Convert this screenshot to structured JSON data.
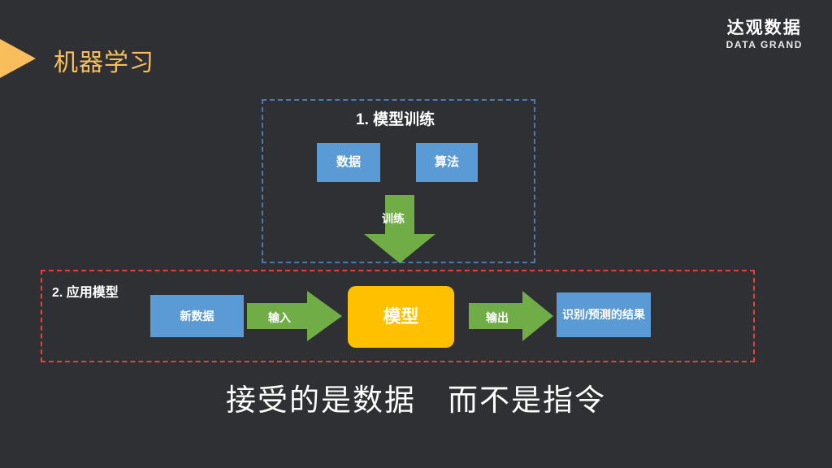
{
  "slide": {
    "background_color": "#2e3033",
    "title": "机器学习",
    "title_color": "#f9be5c",
    "marker_icon": "triangle-right-icon"
  },
  "logo": {
    "cn": "达观数据",
    "en": "DATA GRAND"
  },
  "sections": {
    "training": {
      "heading": "1. 模型训练",
      "frame_color": "#4a7bae",
      "boxes": [
        {
          "label": "数据",
          "color": "#5b9bd5"
        },
        {
          "label": "算法",
          "color": "#5b9bd5"
        }
      ],
      "arrow": {
        "label": "训练",
        "color": "#70ad47",
        "direction": "down"
      }
    },
    "applying": {
      "heading": "2. 应用模型",
      "frame_color": "#e8403a",
      "input_box": {
        "label": "新数据",
        "color": "#5b9bd5"
      },
      "arrow_in": {
        "label": "输入",
        "color": "#70ad47",
        "direction": "right"
      },
      "model_box": {
        "label": "模型",
        "color": "#ffc000"
      },
      "arrow_out": {
        "label": "输出",
        "color": "#70ad47",
        "direction": "right"
      },
      "result_box": {
        "label": "识别/预测的结果",
        "color": "#5b9bd5"
      }
    }
  },
  "caption": "接受的是数据　而不是指令"
}
